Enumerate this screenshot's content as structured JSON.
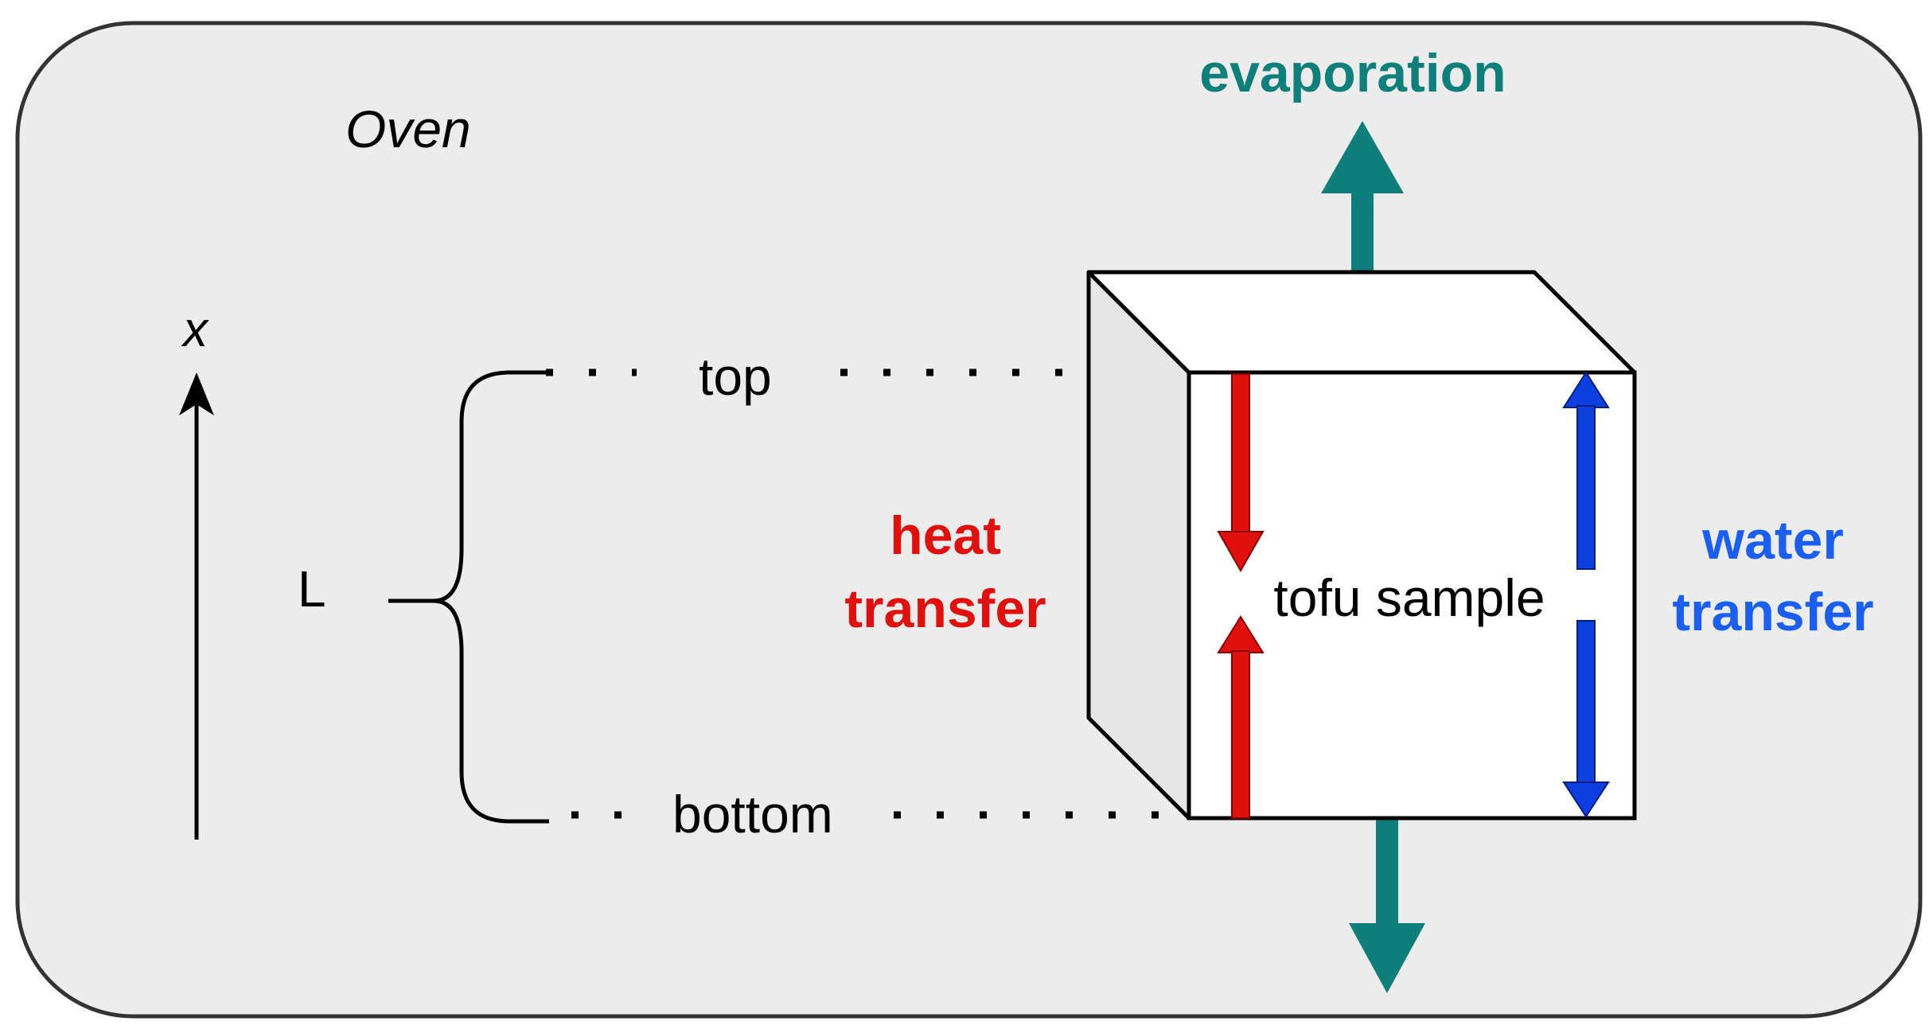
{
  "labels": {
    "oven": "Oven",
    "axis": "x",
    "length": "L",
    "top": "top",
    "bottom": "bottom",
    "heat_line1": "heat",
    "heat_line2": "transfer",
    "water_line1": "water",
    "water_line2": "transfer",
    "evaporation": "evaporation",
    "sample": "tofu sample"
  },
  "colors": {
    "oven_fill": "#ececec",
    "outline": "#333333",
    "heat": "#e0100c",
    "water": "#0b3fe0",
    "water_text": "#1a5ff0",
    "evaporation": "#0e7f7a",
    "cube_side": "#e6e6e6",
    "cube_front": "#ffffff"
  }
}
